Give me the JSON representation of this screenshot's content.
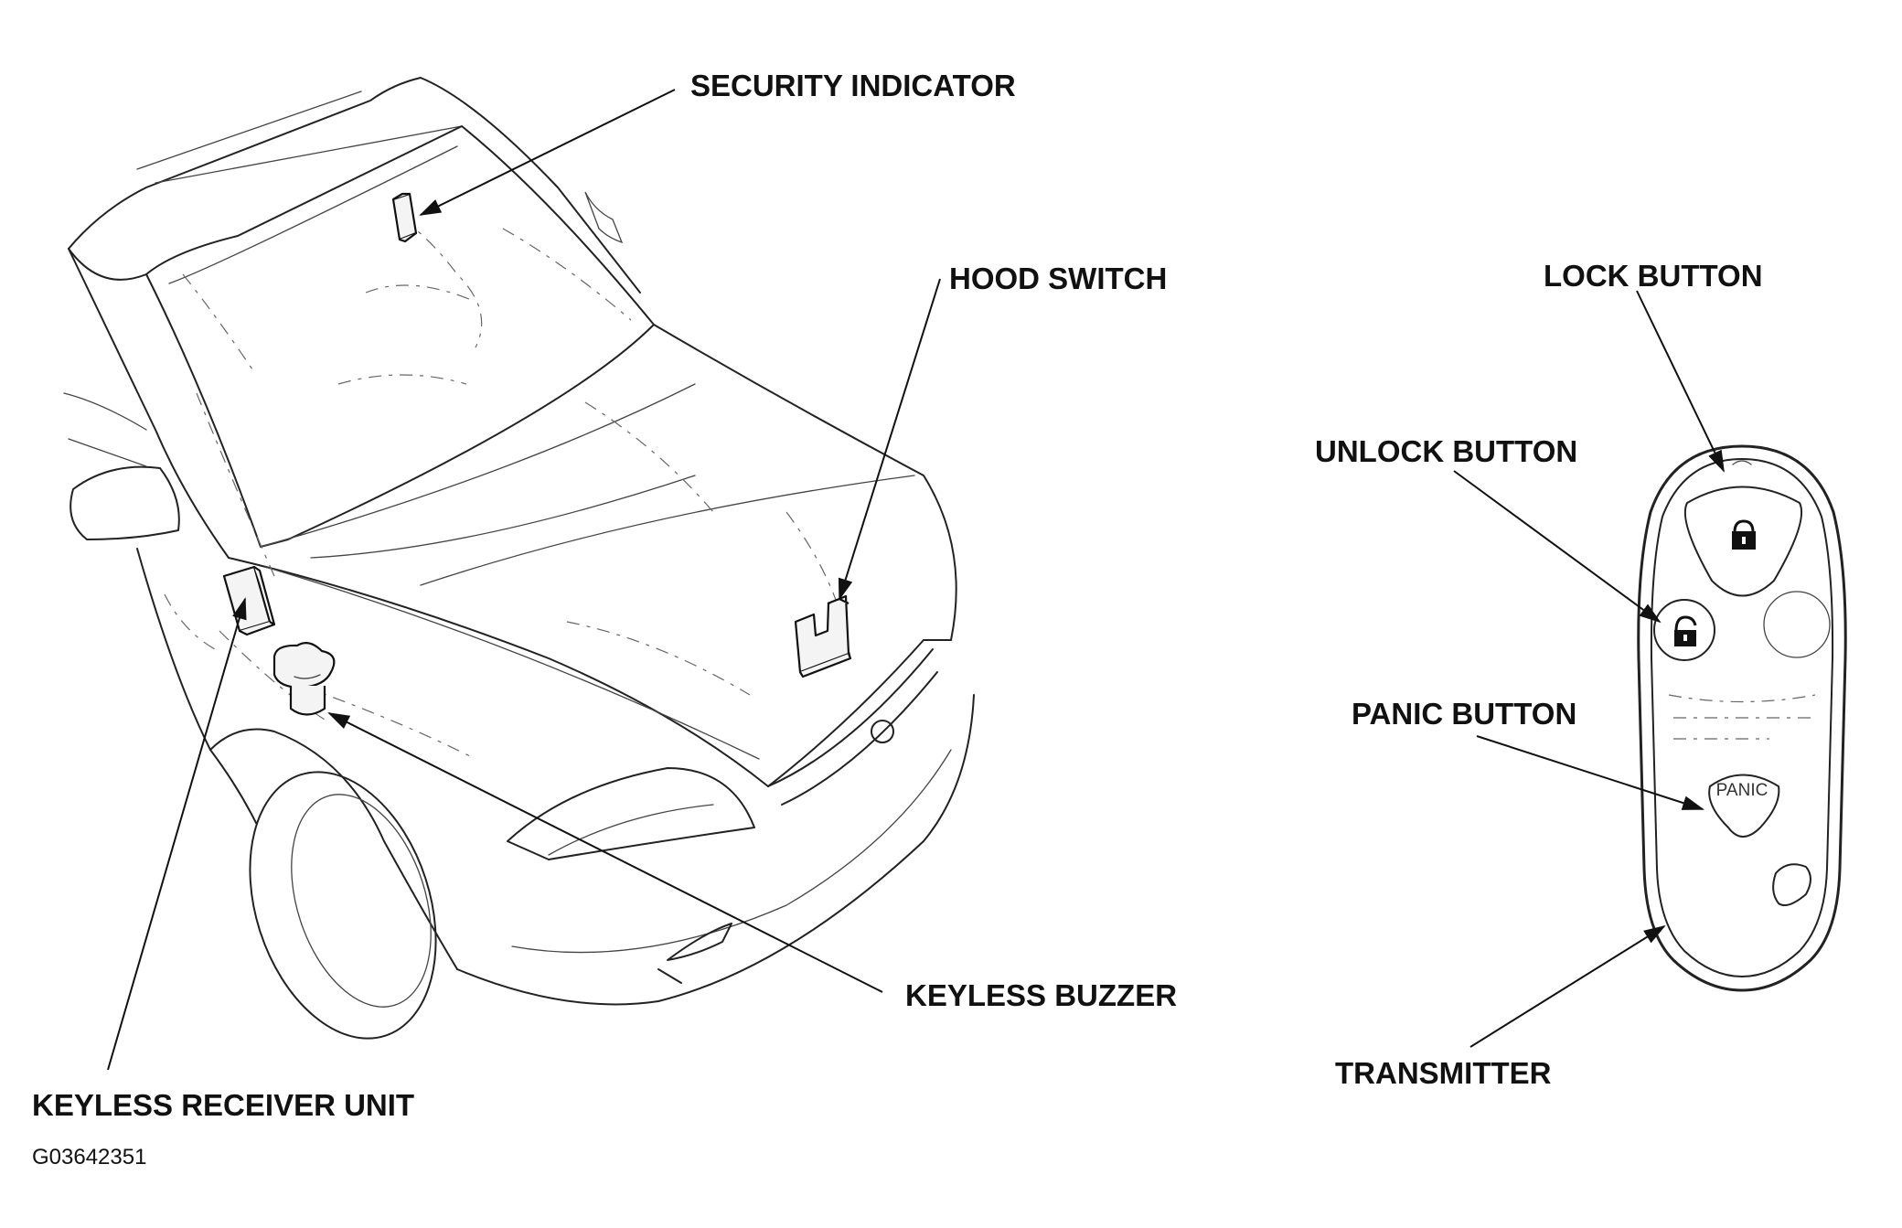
{
  "labels": {
    "security_indicator": "SECURITY INDICATOR",
    "hood_switch": "HOOD SWITCH",
    "keyless_buzzer": "KEYLESS BUZZER",
    "keyless_receiver_unit": "KEYLESS RECEIVER UNIT",
    "lock_button": "LOCK BUTTON",
    "unlock_button": "UNLOCK BUTTON",
    "panic_button": "PANIC BUTTON",
    "transmitter": "TRANSMITTER"
  },
  "transmitter_panic_text": "PANIC",
  "figure_id": "G03642351",
  "icons": {
    "lock": "padlock-closed-icon",
    "unlock": "padlock-open-icon"
  },
  "colors": {
    "line": "#222222",
    "text": "#111111",
    "background": "#ffffff"
  }
}
